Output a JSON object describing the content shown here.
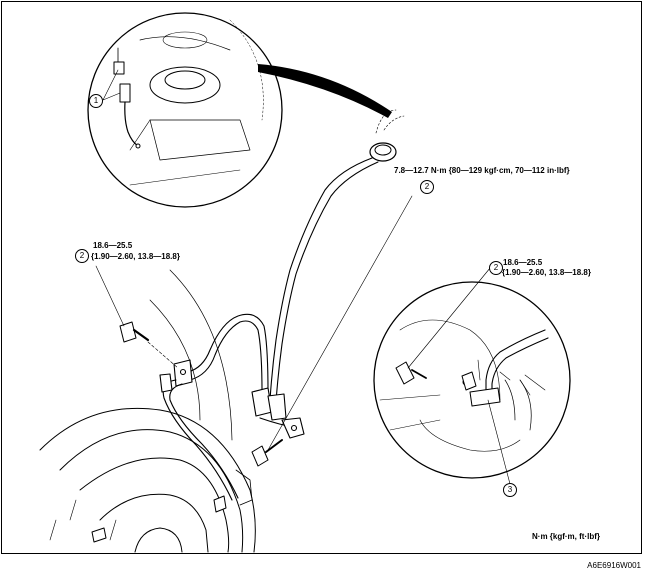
{
  "callouts": {
    "n1": "1",
    "n2_top": "2",
    "n2_left": "2",
    "n2_right": "2",
    "n3": "3"
  },
  "torque": {
    "top_line": "7.8—12.7 N·m {80—129 kgf·cm, 70—112 in·lbf}",
    "left_line1": "18.6—25.5",
    "left_line2": "{1.90—2.60, 13.8—18.8}",
    "right_line1": "18.6—25.5",
    "right_line2": "{1.90—2.60, 13.8—18.8}"
  },
  "units_note": "N·m {kgf·m, ft·lbf}",
  "figure_code": "A6E6916W001"
}
